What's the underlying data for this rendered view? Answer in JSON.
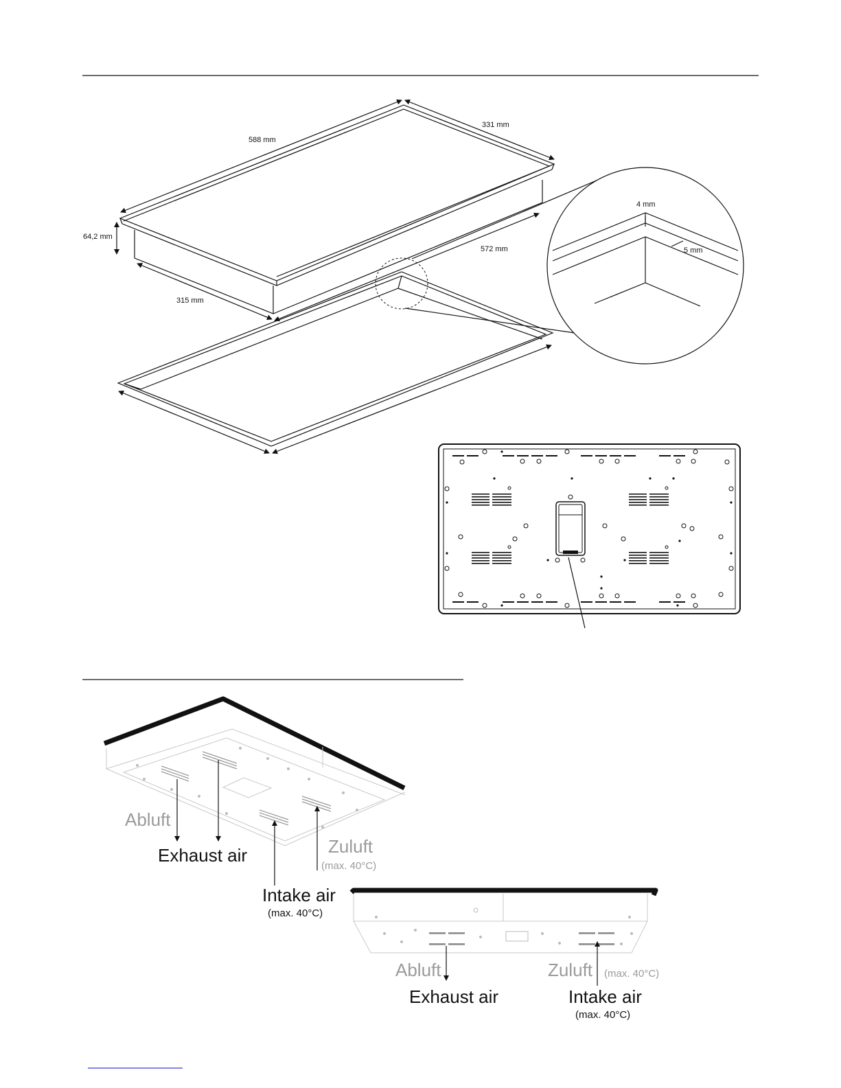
{
  "dimensions": {
    "length_top": "588 mm",
    "width_top": "331 mm",
    "height": "64,2 mm",
    "length_base": "572 mm",
    "width_base": "315 mm",
    "rim_thickness": "4 mm",
    "rim_width": "5 mm"
  },
  "airflow_diagram_1": {
    "exhaust_de": "Abluft",
    "exhaust_en": "Exhaust air",
    "intake_de": "Zuluft",
    "intake_de_note": "(max. 40°C)",
    "intake_en": "Intake air",
    "intake_en_note": "(max. 40°C)"
  },
  "airflow_diagram_2": {
    "exhaust_de": "Abluft",
    "exhaust_en": "Exhaust air",
    "intake_de": "Zuluft",
    "intake_de_note": "(max. 40°C)",
    "intake_en": "Intake air",
    "intake_en_note": "(max. 40°C)"
  },
  "colors": {
    "line": "#111111",
    "label_gray": "#9a9a9a",
    "light_line": "#c8c8c8",
    "footer_link": "#3b3bd6"
  }
}
